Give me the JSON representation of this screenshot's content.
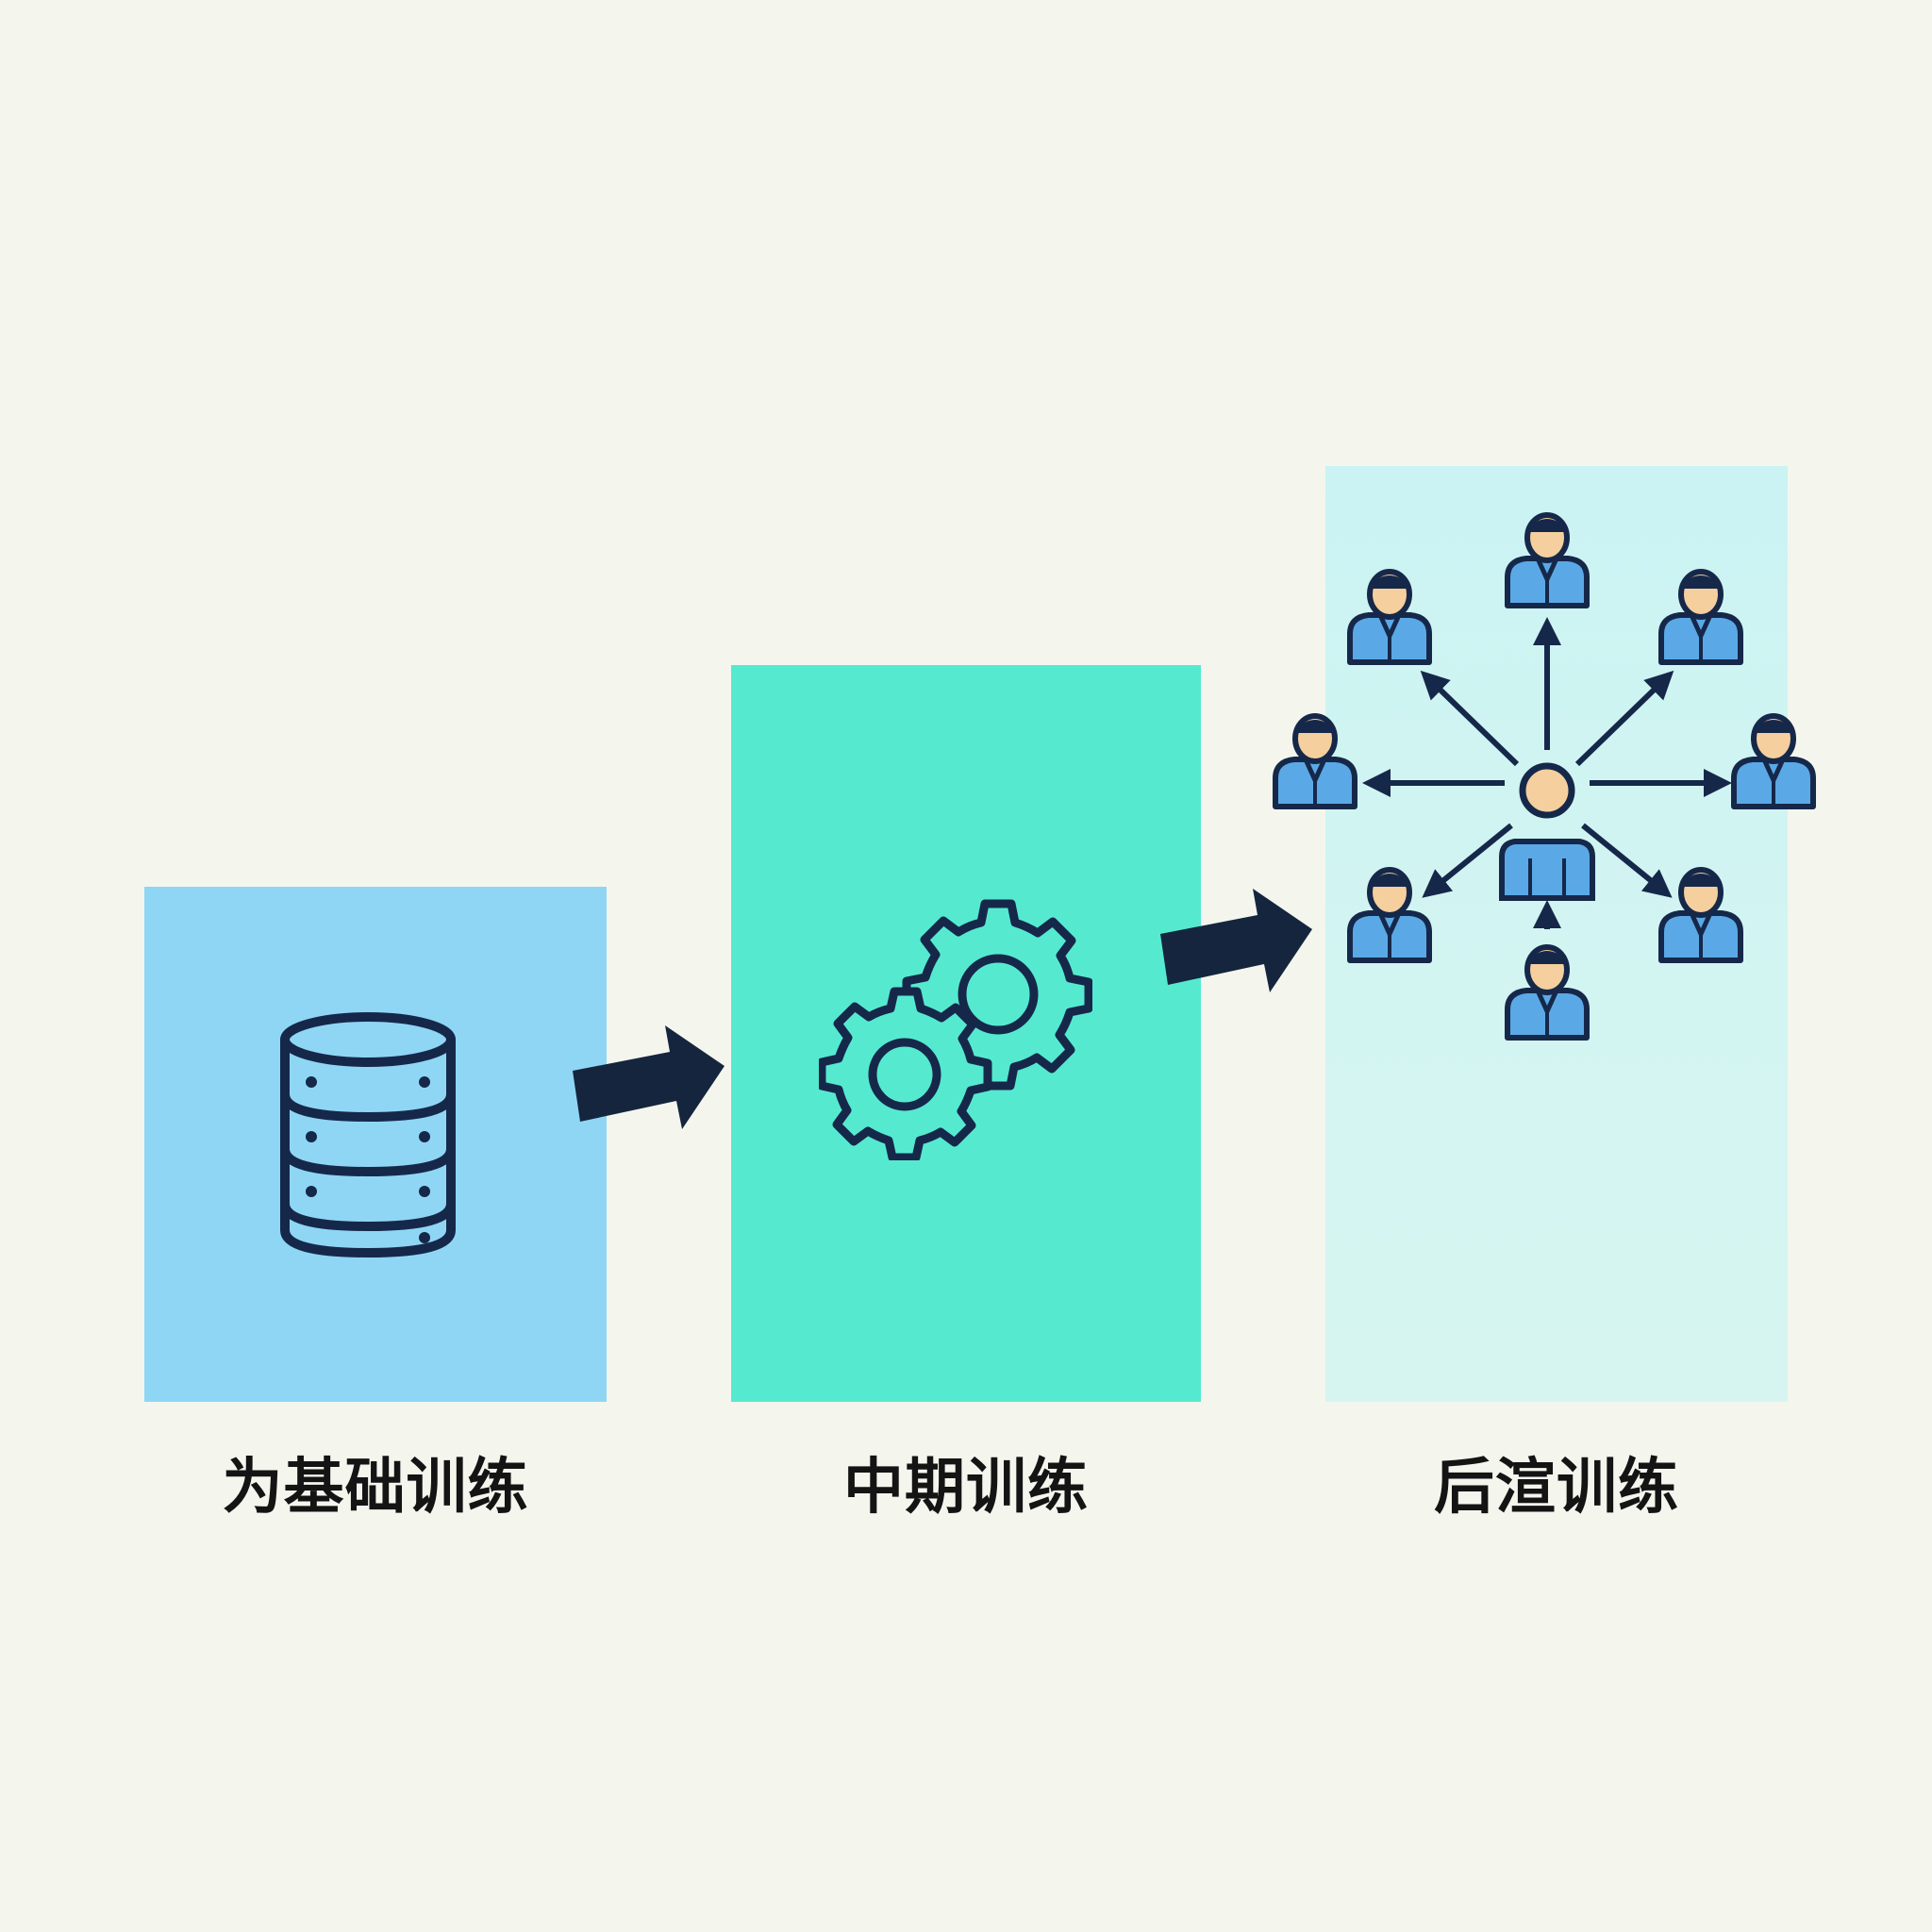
{
  "stages": [
    {
      "label": "为基础训练",
      "color": "#8fd6f5",
      "icon": "database-icon"
    },
    {
      "label": "中期训练",
      "color": "#55ead0",
      "icon": "gears-icon"
    },
    {
      "label": "后渲训练",
      "color": "#cbf3f3",
      "icon": "people-network-icon"
    }
  ],
  "colors": {
    "background": "#f4f6ee",
    "stroke": "#16284a",
    "person_head": "#f5cf9e",
    "person_body": "#5aa9e6",
    "person_body_alt": "#3ccfcf"
  }
}
